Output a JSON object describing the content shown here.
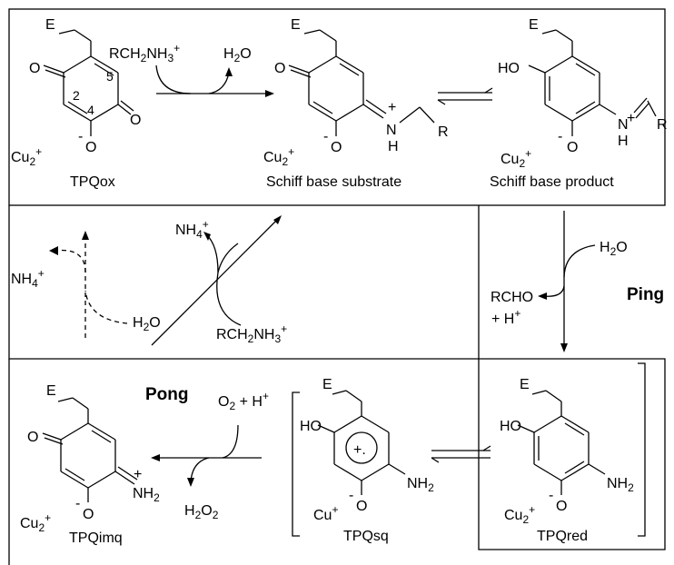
{
  "molecules": {
    "tpqox": {
      "name": "TPQox",
      "e": "E",
      "o_top": "O",
      "o_right": "O",
      "o_minus": "O",
      "minus": "-",
      "cu": "Cu",
      "cu_sub": "2",
      "cu_sup": "+",
      "n2": "2",
      "n4": "4",
      "n5": "5"
    },
    "schiff_substrate": {
      "name": "Schiff base substrate",
      "e": "E",
      "o_top": "O",
      "o_minus": "O",
      "minus": "-",
      "cu": "Cu",
      "cu_sub": "2",
      "cu_sup": "+",
      "n": "N",
      "h": "H",
      "plus": "+",
      "r": "R"
    },
    "schiff_product": {
      "name": "Schiff base product",
      "e": "E",
      "ho": "HO",
      "o_minus": "O",
      "minus": "-",
      "cu": "Cu",
      "cu_sub": "2",
      "cu_sup": "+",
      "n": "N",
      "h": "H",
      "plus": "+",
      "r": "R"
    },
    "tpqred": {
      "name": "TPQred",
      "e": "E",
      "ho": "HO",
      "o_minus": "O",
      "minus": "-",
      "cu": "Cu",
      "cu_sub": "2",
      "cu_sup": "+",
      "nh": "NH",
      "nh_sub": "2"
    },
    "tpqsq": {
      "name": "TPQsq",
      "e": "E",
      "ho": "HO",
      "o_minus": "O",
      "minus": "-",
      "cu": "Cu",
      "cu_sup": "+",
      "nh": "NH",
      "nh_sub": "2",
      "radical": "+."
    },
    "tpqimq": {
      "name": "TPQimq",
      "e": "E",
      "o_top": "O",
      "o_minus": "O",
      "minus": "-",
      "cu": "Cu",
      "cu_sub": "2",
      "cu_sup": "+",
      "nh": "NH",
      "nh_sub": "2",
      "plus": "+"
    }
  },
  "reagents": {
    "rch2nh3": {
      "a": "RCH",
      "sub": "2",
      "b": "NH",
      "sub2": "3",
      "sup": "+"
    },
    "h2o": {
      "a": "H",
      "sub": "2",
      "b": "O"
    },
    "nh4": {
      "a": "NH",
      "sub": "4",
      "sup": "+"
    },
    "rcho": "RCHO",
    "h_plus": {
      "a": "+ H",
      "sup": "+"
    },
    "o2h": {
      "a": "O",
      "sub": "2",
      "b": " + H",
      "sup": "+"
    },
    "h2o2": {
      "a": "H",
      "sub": "2",
      "b": "O",
      "sub2": "2"
    }
  },
  "labels": {
    "ping": "Ping",
    "pong": "Pong"
  }
}
